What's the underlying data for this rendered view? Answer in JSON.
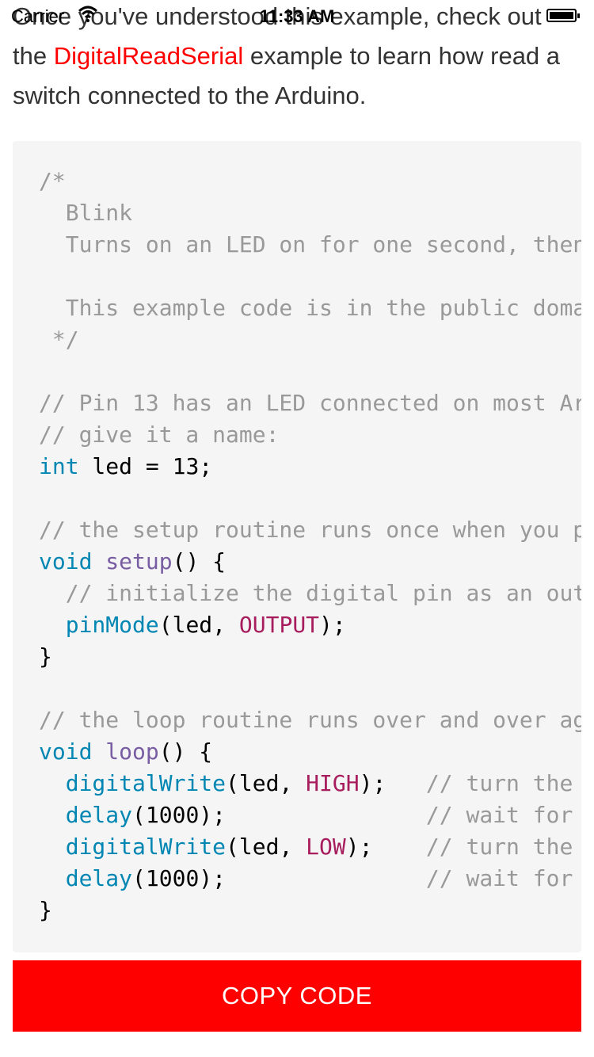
{
  "status_bar": {
    "carrier": "Carrier",
    "time": "11:33 AM",
    "icons": [
      "wifi-icon",
      "battery-icon"
    ]
  },
  "intro": {
    "before": "Once you've understood this example, check out the ",
    "link": "DigitalReadSerial",
    "after": " example to learn how read a switch connected to the Arduino."
  },
  "code": {
    "l1": "/*",
    "l2": "  Blink",
    "l3": "  Turns on an LED on for one second, then",
    "l4": "  This example code is in the public doma",
    "l5": " */",
    "l6": "// Pin 13 has an LED connected on most Ar",
    "l7": "// give it a name:",
    "l8_type": "int",
    "l8_rest": " led = 13;",
    "l9": "// the setup routine runs once when you p",
    "l10_type": "void",
    "l10_fn": "setup",
    "l10_rest": "() {",
    "l11": "// initialize the digital pin as an out",
    "l12_call": "pinMode",
    "l12_a": "(led, ",
    "l12_const": "OUTPUT",
    "l12_b": ");",
    "l13": "}",
    "l14": "// the loop routine runs over and over ag",
    "l15_type": "void",
    "l15_fn": "loop",
    "l15_rest": "() {",
    "l16_call": "digitalWrite",
    "l16_a": "(led, ",
    "l16_const": "HIGH",
    "l16_b": ");   ",
    "l16_comment": "// turn the",
    "l17_call": "delay",
    "l17_a": "(1000);               ",
    "l17_comment": "// wait for",
    "l18_call": "digitalWrite",
    "l18_a": "(led, ",
    "l18_const": "LOW",
    "l18_b": ");    ",
    "l18_comment": "// turn the",
    "l19_call": "delay",
    "l19_a": "(1000);               ",
    "l19_comment": "// wait for",
    "l20": "}"
  },
  "copy_button": {
    "label": "COPY CODE"
  },
  "colors": {
    "accent": "#ff0000",
    "code_background": "#f5f5f5",
    "comment": "#999999",
    "keyword": "#0086b3",
    "function_name": "#795da3",
    "constant": "#a71d5d"
  }
}
